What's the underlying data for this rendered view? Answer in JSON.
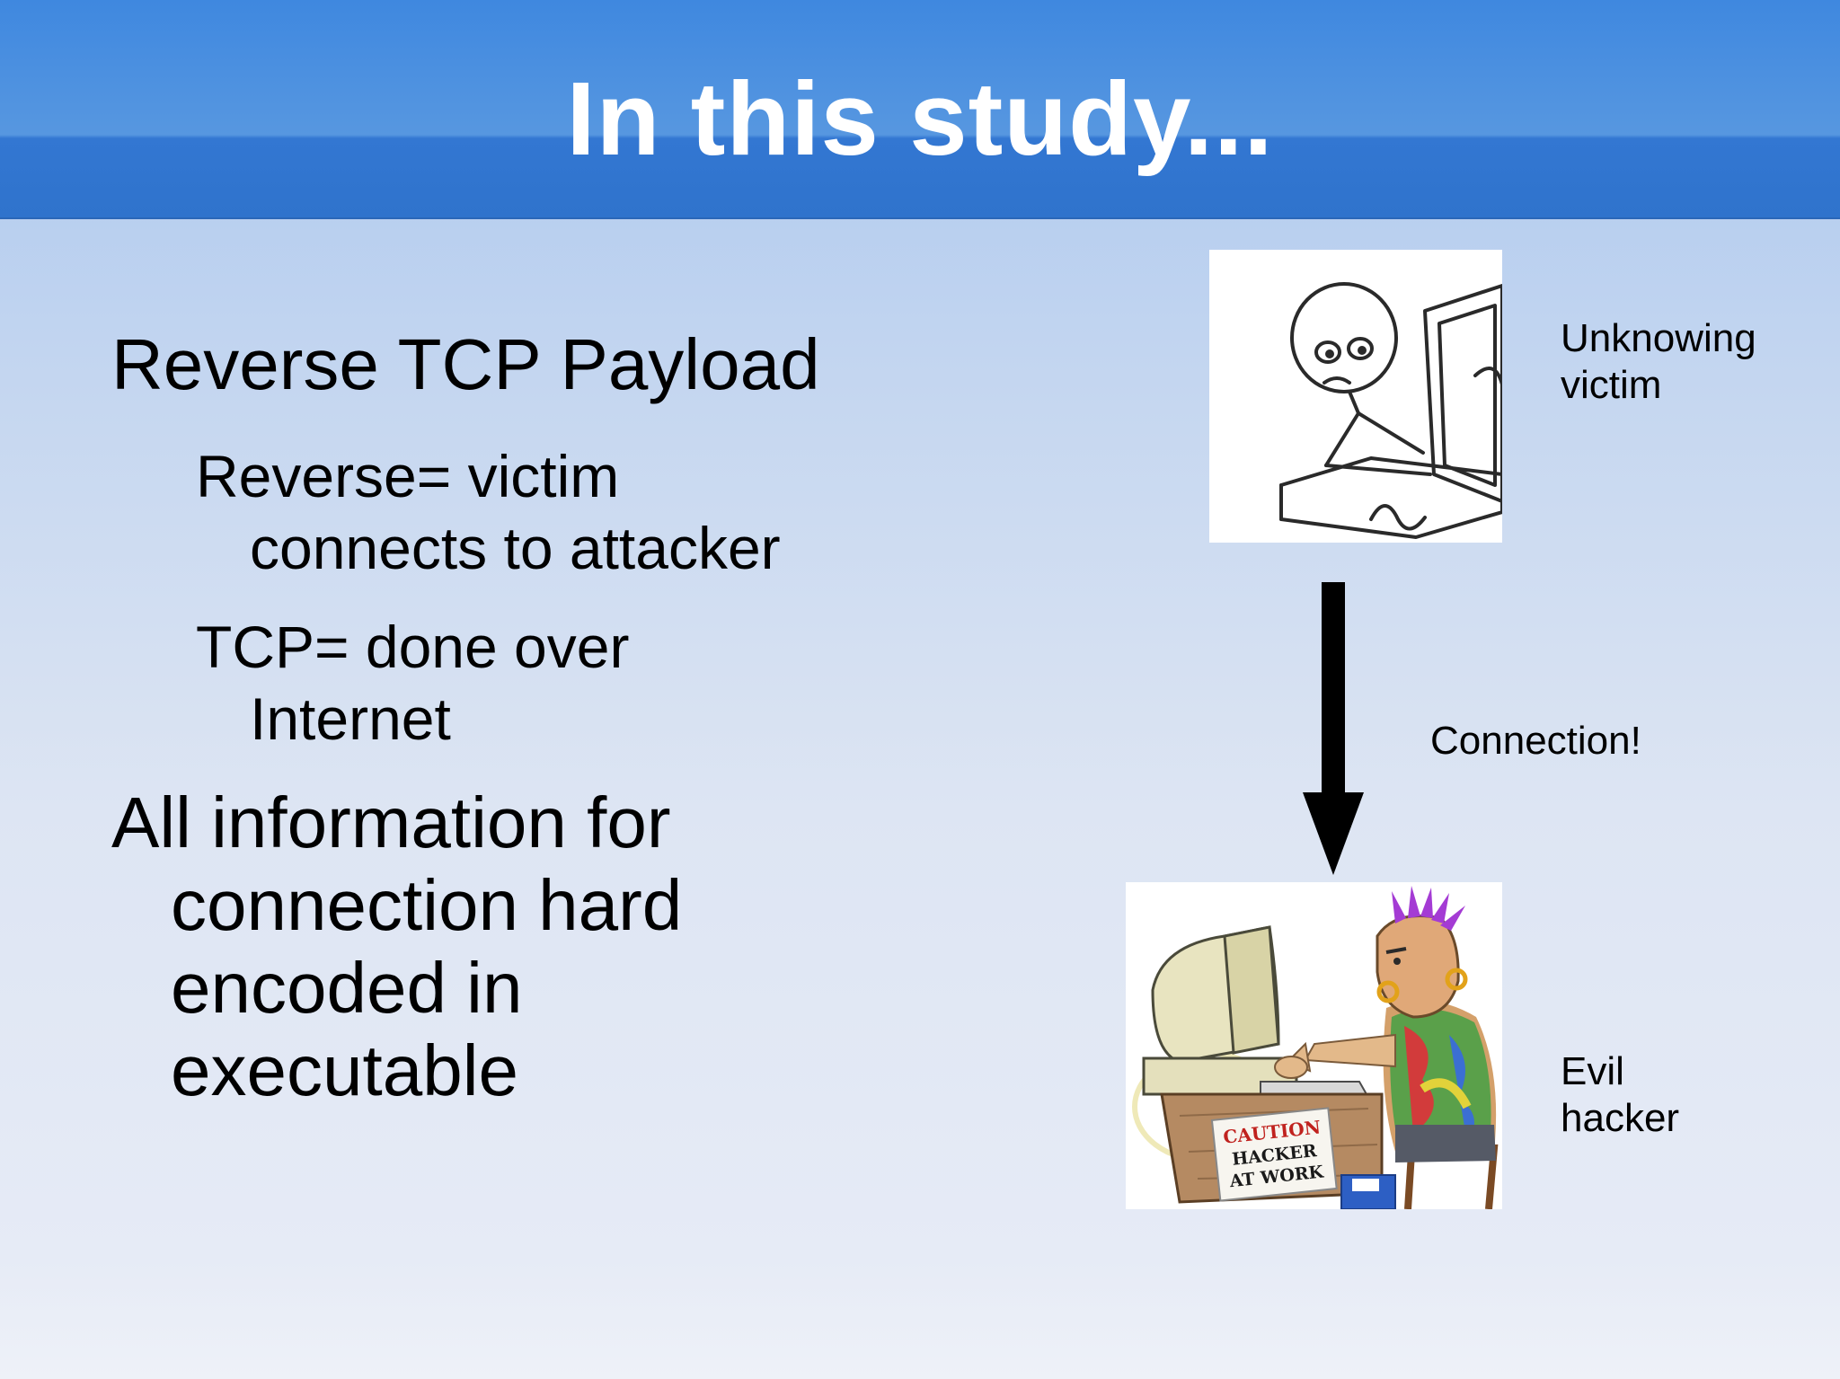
{
  "slide": {
    "title": "In this study..."
  },
  "bullets": [
    {
      "level": 1,
      "lines": [
        "Reverse TCP Payload"
      ]
    },
    {
      "level": 2,
      "lines": [
        "Reverse= victim",
        "connects to attacker"
      ]
    },
    {
      "level": 2,
      "lines": [
        "TCP= done over",
        "Internet"
      ]
    },
    {
      "level": 1,
      "lines": [
        "All information for",
        "connection hard",
        "encoded in",
        "executable"
      ]
    }
  ],
  "diagram": {
    "victim_label": [
      "Unknowing",
      "victim"
    ],
    "connection_label": "Connection!",
    "hacker_label": [
      "Evil",
      "hacker"
    ],
    "sign_text": [
      "CAUTION",
      "HACKER",
      "AT WORK"
    ]
  },
  "colors": {
    "header": "#3f88df",
    "title": "#ffffff",
    "text": "#000000",
    "arrow": "#000000",
    "hair": "#a43bd4",
    "sign_red": "#c0221e"
  }
}
